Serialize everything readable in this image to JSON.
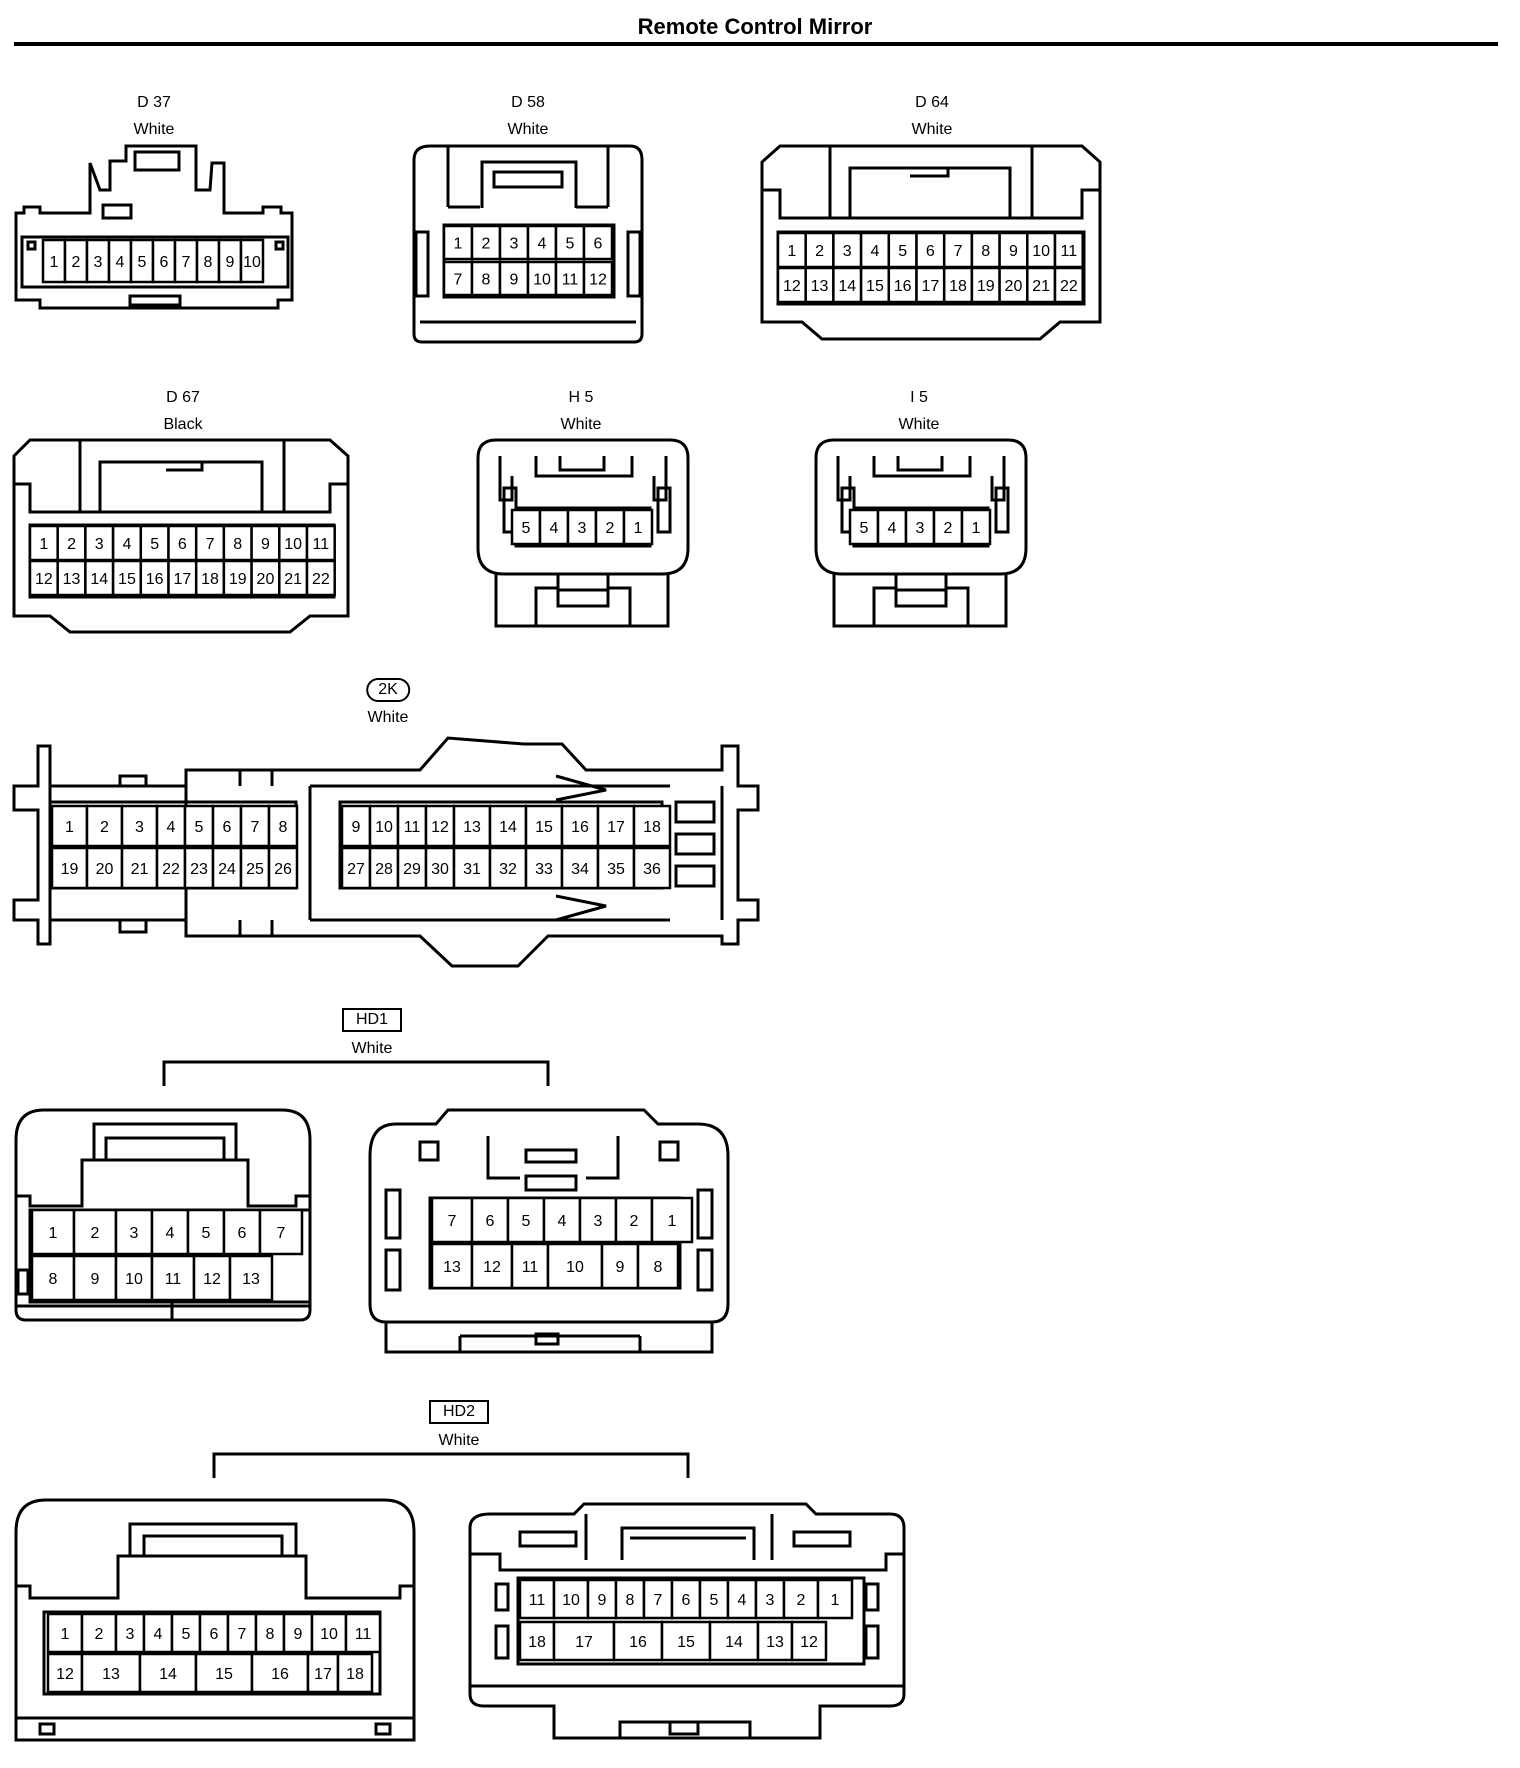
{
  "page": {
    "title": "Remote Control Mirror"
  },
  "connectors": {
    "d37": {
      "code": "D 37",
      "color": "White",
      "pins_row1": [
        "1",
        "2",
        "3",
        "4",
        "5",
        "6",
        "7",
        "8",
        "9",
        "10"
      ]
    },
    "d58": {
      "code": "D 58",
      "color": "White",
      "pins_row1": [
        "1",
        "2",
        "3",
        "4",
        "5",
        "6"
      ],
      "pins_row2": [
        "7",
        "8",
        "9",
        "10",
        "11",
        "12"
      ]
    },
    "d64": {
      "code": "D 64",
      "color": "White",
      "pins_row1": [
        "1",
        "2",
        "3",
        "4",
        "5",
        "6",
        "7",
        "8",
        "9",
        "10",
        "11"
      ],
      "pins_row2": [
        "12",
        "13",
        "14",
        "15",
        "16",
        "17",
        "18",
        "19",
        "20",
        "21",
        "22"
      ]
    },
    "d67": {
      "code": "D 67",
      "color": "Black",
      "pins_row1": [
        "1",
        "2",
        "3",
        "4",
        "5",
        "6",
        "7",
        "8",
        "9",
        "10",
        "11"
      ],
      "pins_row2": [
        "12",
        "13",
        "14",
        "15",
        "16",
        "17",
        "18",
        "19",
        "20",
        "21",
        "22"
      ]
    },
    "h5": {
      "code": "H 5",
      "color": "White",
      "pins_row1": [
        "5",
        "4",
        "3",
        "2",
        "1"
      ]
    },
    "i5": {
      "code": "I 5",
      "color": "White",
      "pins_row1": [
        "5",
        "4",
        "3",
        "2",
        "1"
      ]
    },
    "2k": {
      "code": "2K",
      "color": "White",
      "pins_left_row1": [
        "1",
        "2",
        "3",
        "4",
        "5",
        "6",
        "7",
        "8"
      ],
      "pins_left_row2": [
        "19",
        "20",
        "21",
        "22",
        "23",
        "24",
        "25",
        "26"
      ],
      "pins_right_row1": [
        "9",
        "10",
        "11",
        "12",
        "13",
        "14",
        "15",
        "16",
        "17",
        "18"
      ],
      "pins_right_row2": [
        "27",
        "28",
        "29",
        "30",
        "31",
        "32",
        "33",
        "34",
        "35",
        "36"
      ]
    },
    "hd1": {
      "code": "HD1",
      "color": "White",
      "male_row1": [
        "1",
        "2",
        "3",
        "4",
        "5",
        "6",
        "7"
      ],
      "male_row2": [
        "8",
        "9",
        "10",
        "11",
        "12",
        "13"
      ],
      "female_row1": [
        "7",
        "6",
        "5",
        "4",
        "3",
        "2",
        "1"
      ],
      "female_row2": [
        "13",
        "12",
        "11",
        "10",
        "9",
        "8"
      ]
    },
    "hd2": {
      "code": "HD2",
      "color": "White",
      "male_row1": [
        "1",
        "2",
        "3",
        "4",
        "5",
        "6",
        "7",
        "8",
        "9",
        "10",
        "11"
      ],
      "male_row2": [
        "12",
        "13",
        "14",
        "15",
        "16",
        "17",
        "18"
      ],
      "female_row1": [
        "11",
        "10",
        "9",
        "8",
        "7",
        "6",
        "5",
        "4",
        "3",
        "2",
        "1"
      ],
      "female_row2": [
        "18",
        "17",
        "16",
        "15",
        "14",
        "13",
        "12"
      ]
    }
  }
}
